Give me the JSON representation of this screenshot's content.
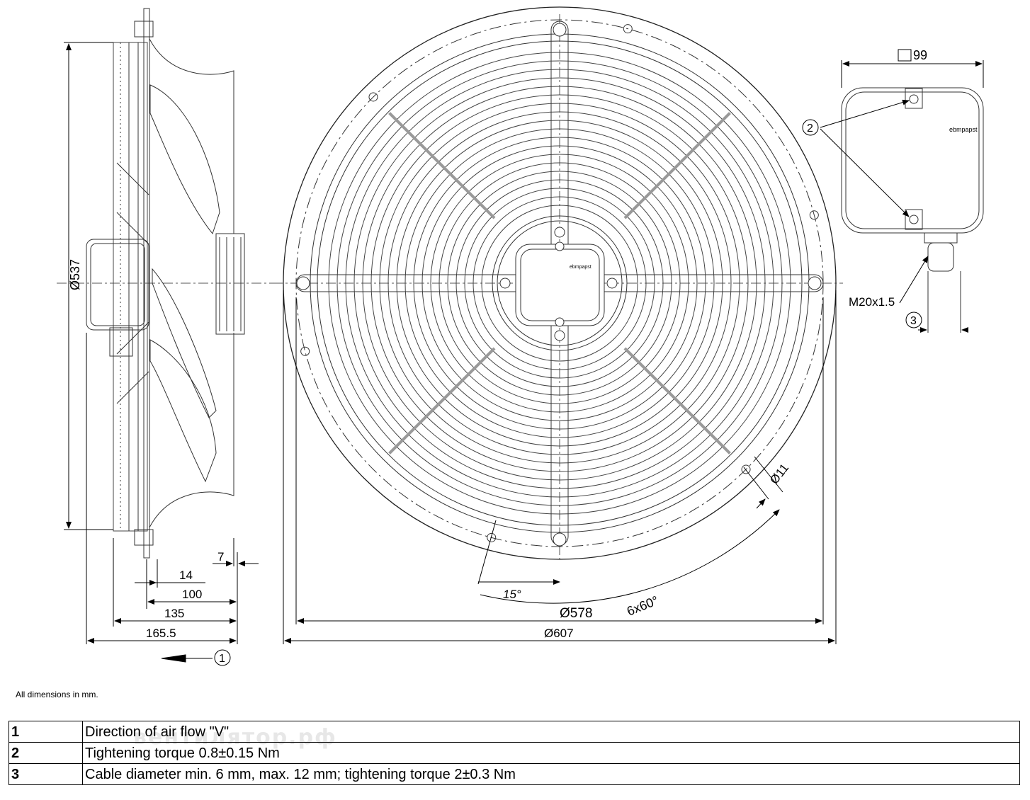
{
  "side_view": {
    "diameter_label": "Ø537",
    "dim_7": "7",
    "dim_14": "14",
    "dim_100": "100",
    "dim_135": "135",
    "dim_165_5": "165.5",
    "callout_1": "1"
  },
  "front_view": {
    "brand_hub": "ebmpapst",
    "angle_15": "15°",
    "angle_6x60": "6x60°",
    "hole_dia": "Ø11",
    "dia_578": "Ø578",
    "dia_607": "Ø607"
  },
  "terminal_box": {
    "size_label": "99",
    "brand": "ebmpapst",
    "callout_2": "2",
    "callout_3": "3",
    "gland_thread": "M20x1.5"
  },
  "note": "All dimensions in mm.",
  "watermark": "вентилятор.рф",
  "legend": [
    {
      "num": "1",
      "text": "Direction of air flow \"V\""
    },
    {
      "num": "2",
      "text": "Tightening torque 0.8±0.15 Nm"
    },
    {
      "num": "3",
      "text": "Cable diameter min. 6 mm, max. 12 mm; tightening torque 2±0.3 Nm"
    }
  ]
}
